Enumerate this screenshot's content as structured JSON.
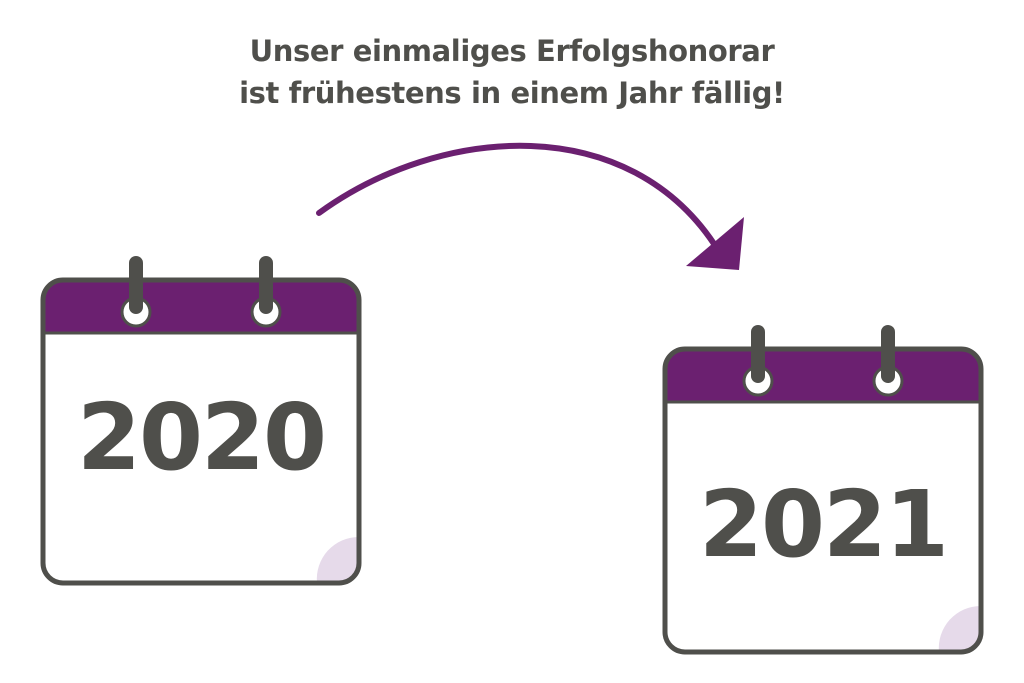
{
  "headline": {
    "line1": "Unser einmaliges Erfolgshonorar",
    "line2": "ist frühestens in einem Jahr fällig!"
  },
  "calendars": [
    {
      "year": "2020"
    },
    {
      "year": "2021"
    }
  ],
  "colors": {
    "text": "#4f4f4b",
    "accent": "#6b2070",
    "outline": "#4f4f4b",
    "page_curl": "#e6daea"
  }
}
